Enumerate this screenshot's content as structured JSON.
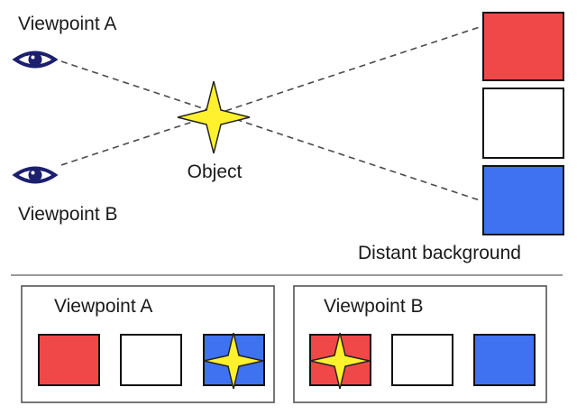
{
  "top": {
    "viewpoint_a_label": "Viewpoint A",
    "viewpoint_b_label": "Viewpoint B",
    "object_label": "Object",
    "background_label": "Distant background"
  },
  "bottom": {
    "panel_a_label": "Viewpoint A",
    "panel_b_label": "Viewpoint B"
  },
  "colors": {
    "red": "#f04848",
    "white": "#ffffff",
    "blue": "#3f72f0",
    "star": "#fff12e",
    "eye": "#1b1f6e",
    "sightline": "#4a4a4a",
    "divider": "#9a9a9a",
    "frame": "#555555"
  },
  "icons": {
    "eye": "eye-icon",
    "star": "star-icon"
  }
}
